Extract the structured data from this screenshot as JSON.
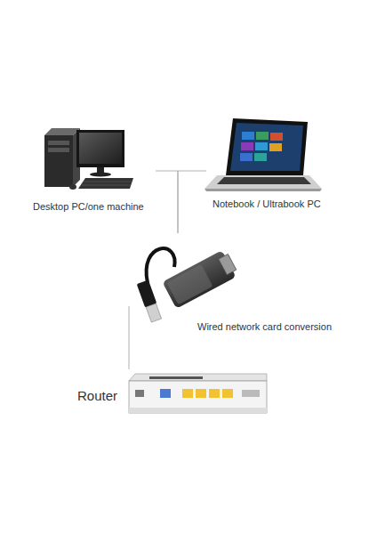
{
  "diagram": {
    "nodes": [
      {
        "text": [
          "Desktop PC/one machine"
        ]
      },
      {
        "text": [
          "Notebook / Ultrabook PC"
        ]
      },
      {
        "text": [
          "Wired network card conversion"
        ]
      },
      {
        "text": [
          "Router"
        ]
      }
    ],
    "edges": [
      {
        "from": 0,
        "to": 2,
        "arrow": "none"
      },
      {
        "from": 1,
        "to": 2,
        "arrow": "none"
      },
      {
        "from": 2,
        "to": 3,
        "arrow": "none"
      }
    ]
  }
}
